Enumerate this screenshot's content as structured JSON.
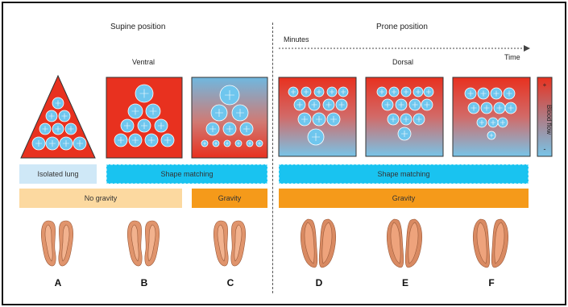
{
  "headings": {
    "supine": "Supine position",
    "prone": "Prone position",
    "ventral": "Ventral",
    "dorsal": "Dorsal",
    "minutes": "Minutes",
    "time": "Time",
    "blood_flow": "Blood flow"
  },
  "bars": {
    "isolated_lung": "Isolated lung",
    "shape_matching_supine": "Shape matching",
    "shape_matching_prone": "Shape matching",
    "no_gravity": "No gravity",
    "gravity_supine": "Gravity",
    "gravity_prone": "Gravity"
  },
  "panel_labels": [
    "A",
    "B",
    "C",
    "D",
    "E",
    "F"
  ],
  "colors": {
    "red": "#e8311f",
    "blue": "#78c4e8",
    "alveolus": "#6fc6ee",
    "light_blue_bar": "#cfe8f7",
    "cyan_bar": "#19c3f0",
    "light_orange_bar": "#fcd9a0",
    "orange_bar": "#f59a1a"
  }
}
